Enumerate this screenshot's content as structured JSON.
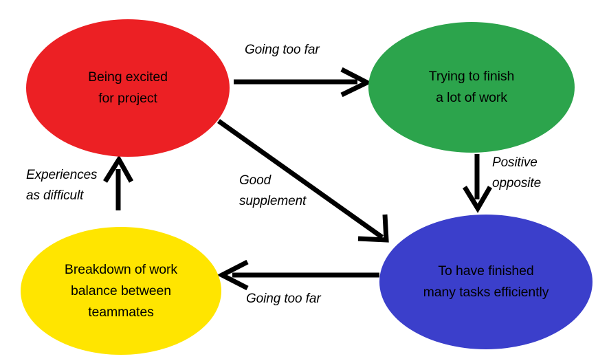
{
  "diagram": {
    "title": "Project workflow cycle diagram",
    "background_color": "#ffffff",
    "edge_color": "#000000",
    "nodes": [
      {
        "id": "red",
        "label": "Being excited\nfor project",
        "color": "#EC2024",
        "text_color": "#000000"
      },
      {
        "id": "green",
        "label": "Trying to finish\na lot of work",
        "color": "#2CA44C",
        "text_color": "#000000"
      },
      {
        "id": "blue",
        "label": "To have finished\nmany tasks efficiently",
        "color": "#3B3FCB",
        "text_color": "#000000"
      },
      {
        "id": "yellow",
        "label": "Breakdown of work\nbalance between\nteammates",
        "color": "#FFE500",
        "text_color": "#000000"
      }
    ],
    "edges": [
      {
        "id": "red-to-green",
        "from": "red",
        "to": "green",
        "label": "Going too far",
        "direction": "right"
      },
      {
        "id": "green-to-blue",
        "from": "green",
        "to": "blue",
        "label": "Positive\nopposite",
        "direction": "down"
      },
      {
        "id": "red-to-blue",
        "from": "red",
        "to": "blue",
        "label": "Good\nsupplement",
        "direction": "diagonal-down-right"
      },
      {
        "id": "blue-to-yellow",
        "from": "blue",
        "to": "yellow",
        "label": "Going too far",
        "direction": "left"
      },
      {
        "id": "yellow-to-red",
        "from": "yellow",
        "to": "red",
        "label": "Experiences\nas difficult",
        "direction": "up"
      }
    ]
  }
}
